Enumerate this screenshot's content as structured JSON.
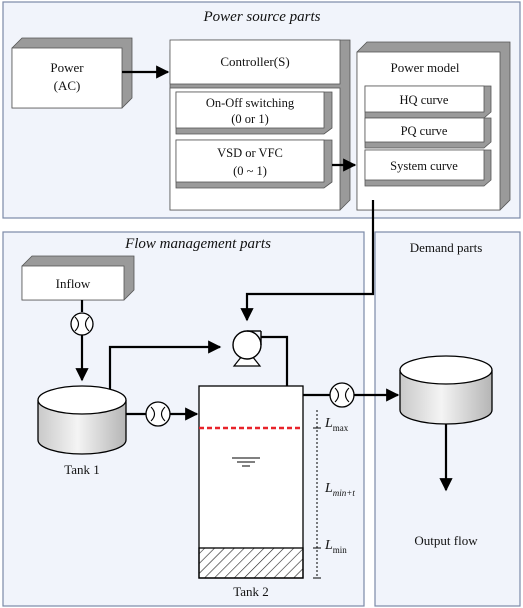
{
  "sections": {
    "power_source": "Power source parts",
    "flow_management": "Flow management parts",
    "demand": "Demand parts"
  },
  "power": {
    "line1": "Power",
    "line2": "(AC)"
  },
  "controller": "Controller(S)",
  "onoff": {
    "line1": "On-Off switching",
    "line2": "(0 or 1)"
  },
  "vsd": {
    "line1": "VSD or VFC",
    "line2": "(0 ~ 1)"
  },
  "power_model": {
    "title": "Power model",
    "hq": "HQ curve",
    "pq": "PQ curve",
    "system": "System curve"
  },
  "inflow": "Inflow",
  "tank1": "Tank 1",
  "tank2": "Tank 2",
  "output_flow": "Output flow",
  "levels": {
    "max_base": "L",
    "max_sub": "max",
    "mid_base": "L",
    "mid_sub": "min+t",
    "min_base": "L",
    "min_sub": "min"
  },
  "colors": {
    "panel_fill": "#f1f4fb",
    "panel_stroke": "#7b8aa8",
    "max_level_line": "#e8232a",
    "shadow": "#9a9a9a"
  }
}
